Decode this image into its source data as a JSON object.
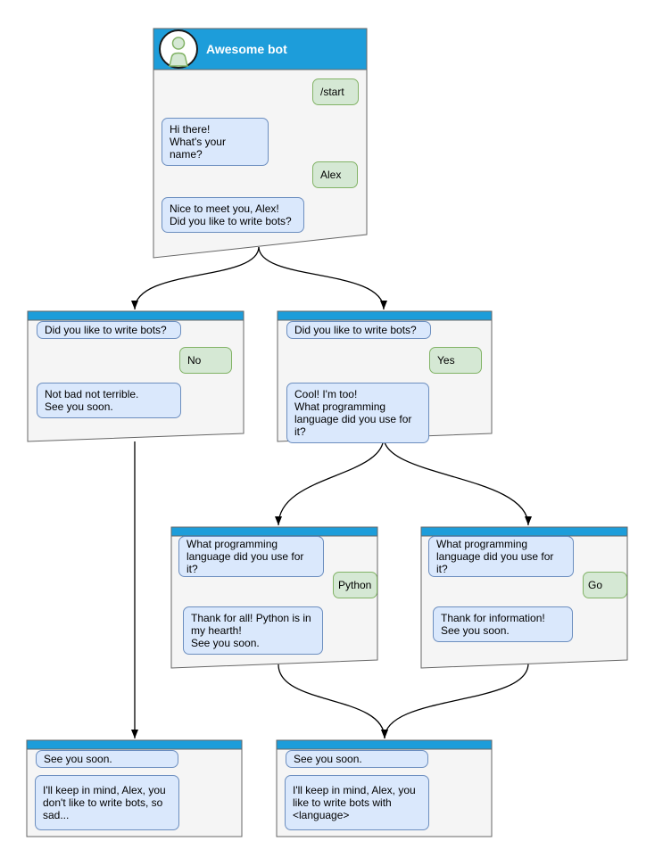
{
  "diagram": {
    "title": "Awesome bot",
    "colors": {
      "header": "#1d9dda",
      "window_fill": "#f5f5f5",
      "window_border": "#666666",
      "bot_fill": "#dae8fc",
      "bot_border": "#6c8ebf",
      "user_fill": "#d5e8d4",
      "user_border": "#82b366",
      "title_color": "#ffffff",
      "line": "#000000"
    },
    "windows": {
      "main": {
        "title": "Awesome bot",
        "messages": [
          {
            "from": "user",
            "text": "/start"
          },
          {
            "from": "bot",
            "text": "Hi there!\nWhat's your name?"
          },
          {
            "from": "user",
            "text": "Alex"
          },
          {
            "from": "bot",
            "text": "Nice to meet you, Alex!\nDid you like to write bots?"
          }
        ]
      },
      "no_branch": {
        "messages": [
          {
            "from": "bot",
            "text": "Did you like to write bots?"
          },
          {
            "from": "user",
            "text": "No"
          },
          {
            "from": "bot",
            "text": "Not bad not terrible.\nSee you soon."
          }
        ]
      },
      "yes_branch": {
        "messages": [
          {
            "from": "bot",
            "text": "Did you like to write bots?"
          },
          {
            "from": "user",
            "text": "Yes"
          },
          {
            "from": "bot",
            "text": "Cool! I'm too!\nWhat programming\nlanguage did you use for it?"
          }
        ]
      },
      "python_branch": {
        "messages": [
          {
            "from": "bot",
            "text": "What programming\nlanguage did you use for it?"
          },
          {
            "from": "user",
            "text": "Python"
          },
          {
            "from": "bot",
            "text": "Thank for all! Python is in\nmy hearth!\nSee you soon."
          }
        ]
      },
      "go_branch": {
        "messages": [
          {
            "from": "bot",
            "text": "What programming\nlanguage did you use for it?"
          },
          {
            "from": "user",
            "text": "Go"
          },
          {
            "from": "bot",
            "text": "Thank for information!\nSee you soon."
          }
        ]
      },
      "end_no": {
        "messages": [
          {
            "from": "bot",
            "text": "See you soon."
          },
          {
            "from": "bot",
            "text": "I'll keep in mind, Alex, you\ndon't like to write bots, so\nsad..."
          }
        ]
      },
      "end_yes": {
        "messages": [
          {
            "from": "bot",
            "text": "See you soon."
          },
          {
            "from": "bot",
            "text": "I'll keep in mind, Alex, you\nlike to write bots with\n<language>"
          }
        ]
      }
    },
    "edges": [
      {
        "from": "main",
        "to": "no_branch"
      },
      {
        "from": "main",
        "to": "yes_branch"
      },
      {
        "from": "yes_branch",
        "to": "python_branch"
      },
      {
        "from": "yes_branch",
        "to": "go_branch"
      },
      {
        "from": "no_branch",
        "to": "end_no"
      },
      {
        "from": "python_branch",
        "to": "end_yes"
      },
      {
        "from": "go_branch",
        "to": "end_yes"
      }
    ]
  }
}
